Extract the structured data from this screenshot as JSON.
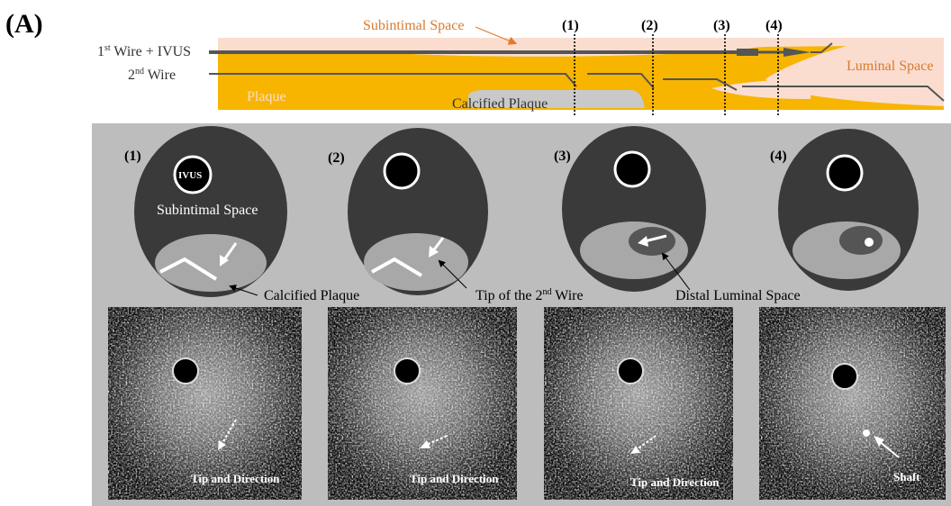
{
  "panel_label": "(A)",
  "top": {
    "subintimal_space": "Subintimal Space",
    "wire1_prefix": "1",
    "wire1_sup": "st",
    "wire1_rest": " Wire + IVUS",
    "wire2_prefix": "2",
    "wire2_sup": "nd",
    "wire2_rest": " Wire",
    "plaque": "Plaque",
    "calcified_plaque": "Calcified Plaque",
    "luminal_space": "Luminal Space",
    "markers": [
      "(1)",
      "(2)",
      "(3)",
      "(4)"
    ]
  },
  "schematics": {
    "labels": [
      "(1)",
      "(2)",
      "(3)",
      "(4)"
    ],
    "ivus": "IVUS",
    "subintimal_space": "Subintimal Space",
    "calcified_plaque": "Calcified Plaque",
    "tip_prefix": "Tip of the 2",
    "tip_sup": "nd",
    "tip_rest": " Wire",
    "distal_luminal_space": "Distal Luminal Space"
  },
  "ivus_images": {
    "captions": [
      "Tip and Direction",
      "Tip and Direction",
      "Tip and Direction",
      "Shaft"
    ]
  },
  "colors": {
    "plaque_orange": "#F7B500",
    "subintimal_pink": "#FBDDD0",
    "gray_panel": "#BDBDBD",
    "dark_vessel": "#3A3A3A",
    "annotation_orange": "#E07A2E"
  }
}
